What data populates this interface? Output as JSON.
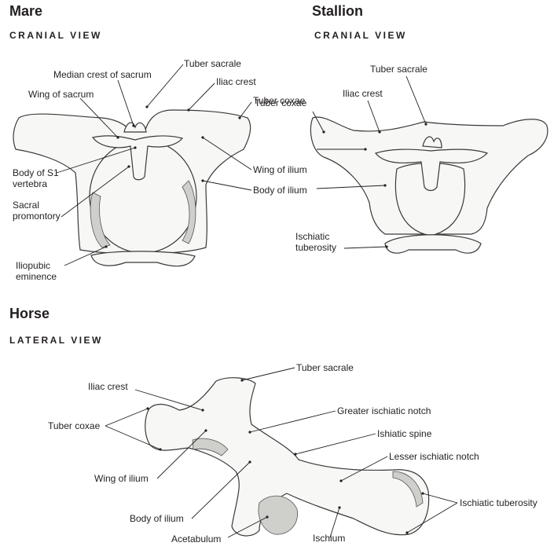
{
  "mare": {
    "title": "Mare",
    "view": "CRANIAL VIEW",
    "labels": {
      "tuber_sacrale": "Tuber sacrale",
      "median_crest": "Median crest of sacrum",
      "iliac_crest": "Iliac crest",
      "wing_sacrum": "Wing of sacrum",
      "tuber_coxae": "Tuber coxae",
      "body_s1": "Body of S1\nvertebra",
      "wing_ilium": "Wing of ilium",
      "body_ilium": "Body of ilium",
      "sacral_promontory": "Sacral\npromontory",
      "iliopubic": "Iliopubic\neminence"
    }
  },
  "stallion": {
    "title": "Stallion",
    "view": "CRANIAL VIEW",
    "labels": {
      "tuber_sacrale": "Tuber sacrale",
      "iliac_crest": "Iliac crest",
      "tuber_coxae": "Tuber coxae",
      "ischiatic": "Ischiatic\ntuberosity"
    }
  },
  "horse": {
    "title": "Horse",
    "view": "LATERAL VIEW",
    "labels": {
      "tuber_sacrale": "Tuber sacrale",
      "iliac_crest": "Iliac crest",
      "greater_notch": "Greater ischiatic notch",
      "tuber_coxae": "Tuber coxae",
      "ishiatic_spine": "Ishiatic spine",
      "lesser_notch": "Lesser ischiatic notch",
      "ischiatic_tuberosity": "Ischiatic tuberosity",
      "wing_ilium": "Wing of ilium",
      "body_ilium": "Body of ilium",
      "acetabulum": "Acetabulum",
      "ischium": "Ischium"
    }
  }
}
